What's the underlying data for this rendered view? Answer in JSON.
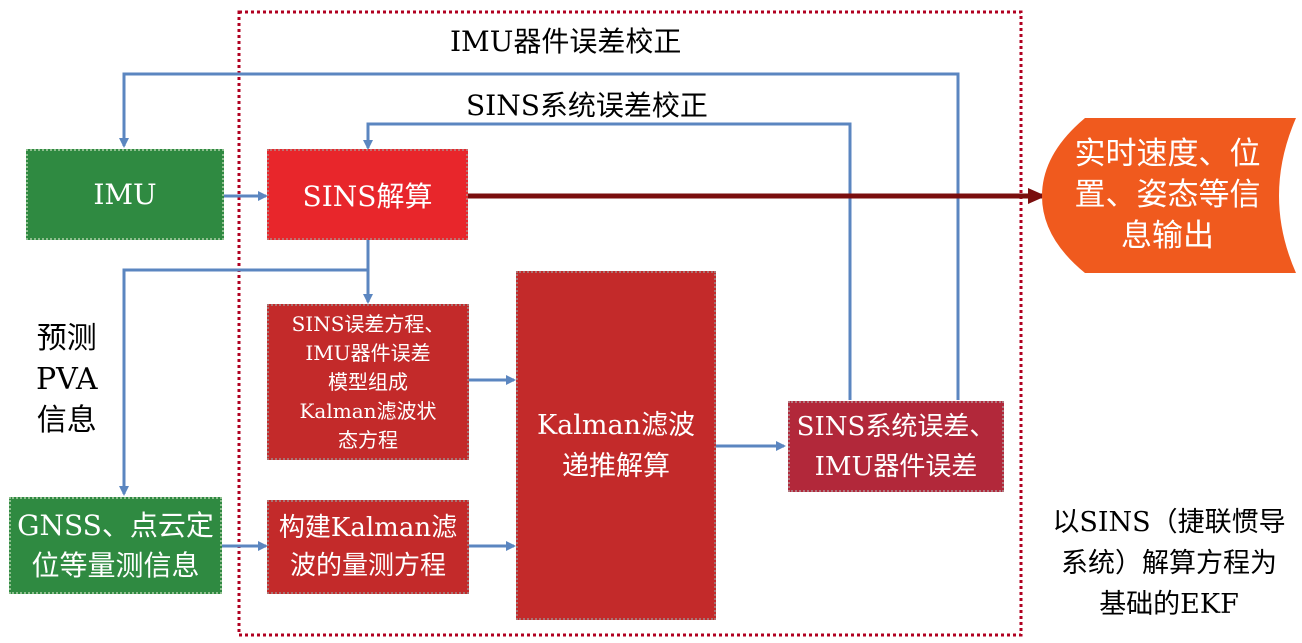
{
  "frame": {
    "title": "IMU器件误差校正"
  },
  "feedback": {
    "sins_correction_label": "SINS系统误差校正"
  },
  "boxes": {
    "imu": "IMU",
    "sins_solve": "SINS解算",
    "gnss": "GNSS、点云定\n位等量测信息",
    "state_eq": "SINS误差方程、\nIMU器件误差\n模型组成\nKalman滤波状\n态方程",
    "meas_eq": "构建Kalman滤\n波的量测方程",
    "kalman": "Kalman滤波\n递推解算",
    "errors": "SINS系统误差、\nIMU器件误差",
    "output": "实时速度、位\n置、姿态等信\n息输出"
  },
  "side_labels": {
    "predict": "预测\nPVA\n信息",
    "caption": "以SINS（捷联惯导\n系统）解算方程为\n基础的EKF"
  },
  "colors": {
    "green": "#2f8a41",
    "red_bright": "#e8262b",
    "red_dark": "#c32a2a",
    "red_wine": "#b2283a",
    "orange": "#f05a1e",
    "arrow_blue": "#5b86c0",
    "arrow_dark": "#7a0e0e",
    "frame_border": "#b00020"
  }
}
